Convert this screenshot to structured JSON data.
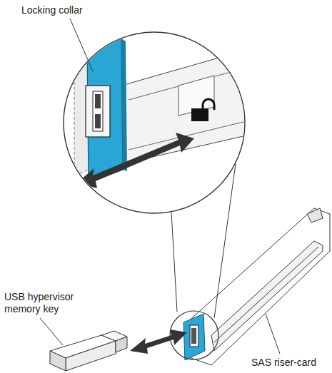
{
  "diagram": {
    "labels": [
      "Locking collar",
      "USB hypervisor memory key",
      "SAS riser-card"
    ]
  }
}
